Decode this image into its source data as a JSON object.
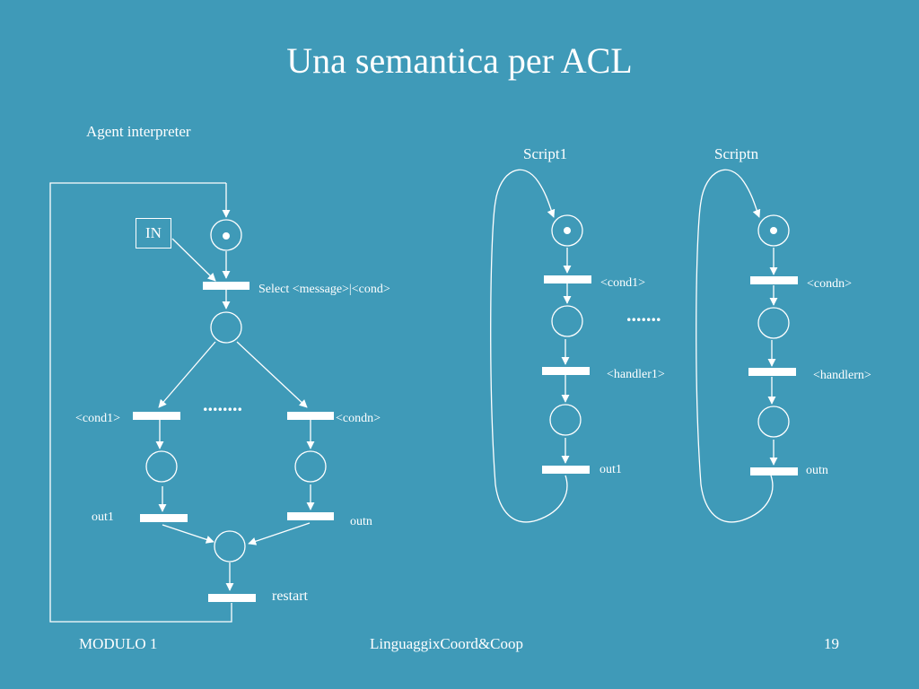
{
  "slide": {
    "title": "Una semantica per ACL"
  },
  "agent_interpreter": {
    "header": "Agent interpreter",
    "in_box": "IN",
    "select_label": "Select <message>|<cond>",
    "cond1_label": "<cond1>",
    "condn_label": "<condn>",
    "ellipsis": "........",
    "out1_label": "out1",
    "outn_label": "outn",
    "restart_label": "restart"
  },
  "script1": {
    "header": "Script1",
    "cond_label": "<cond1>",
    "handler_label": "<handler1>",
    "out_label": "out1"
  },
  "scripts_ellipsis": ".......",
  "scriptn": {
    "header": "Scriptn",
    "cond_label": "<condn>",
    "handler_label": "<handlern>",
    "out_label": "outn"
  },
  "footer": {
    "left": "MODULO 1",
    "center": "LinguaggixCoord&Coop",
    "page_number": "19"
  },
  "colors": {
    "background": "#3f9ab8",
    "foreground": "#ffffff"
  }
}
